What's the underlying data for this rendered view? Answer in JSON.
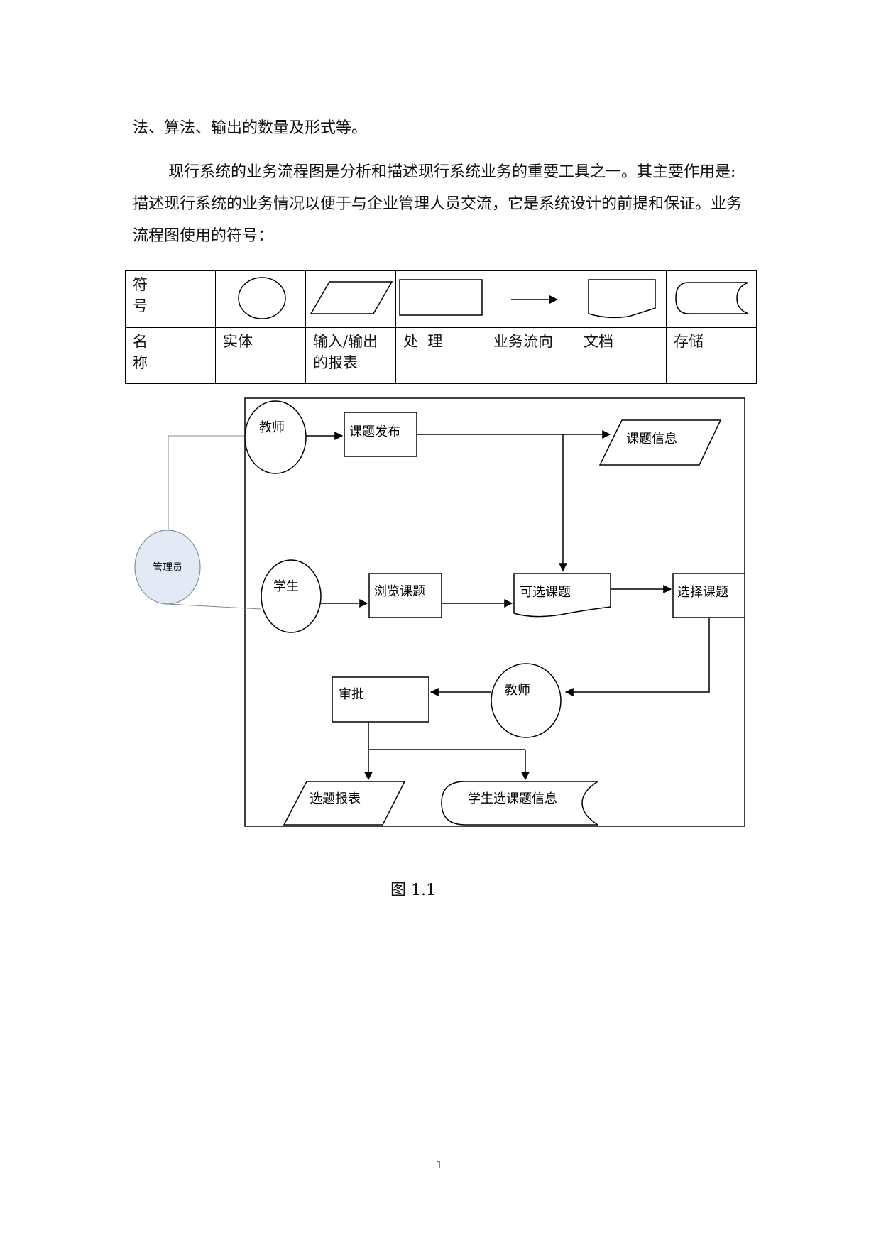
{
  "paragraphs": {
    "p1": "法、算法、输出的数量及形式等。",
    "p2": "现行系统的业务流程图是分析和描述现行系统业务的重要工具之一。其主要作用是: 描述现行系统的业务情况以便于与企业管理人员交流，它是系统设计的前提和保证。业务流程图使用的符号："
  },
  "symbol_table": {
    "row1_header": [
      "符",
      "号"
    ],
    "row2_header": [
      "名",
      "称"
    ],
    "symbols": [
      {
        "icon": "circle-icon",
        "name": "实体"
      },
      {
        "icon": "parallelogram-icon",
        "name": "输入/输出的报表"
      },
      {
        "icon": "rectangle-icon",
        "name": "处  理"
      },
      {
        "icon": "arrow-icon",
        "name": "业务流向"
      },
      {
        "icon": "document-icon",
        "name": "文档"
      },
      {
        "icon": "storage-icon",
        "name": "存储"
      }
    ]
  },
  "flowchart": {
    "admin": "管理员",
    "teacher_top": "教师",
    "publish": "课题发布",
    "topic_info": "课题信息",
    "student": "学生",
    "browse": "浏览课题",
    "selectable": "可选课题",
    "choose": "选择课题",
    "teacher_mid": "教师",
    "approve": "审批",
    "report": "选题报表",
    "student_info": "学生选课题信息"
  },
  "caption": "图 1.1",
  "page_number": "1",
  "colors": {
    "admin_fill": "#e3eaf5",
    "admin_stroke": "#7f8fa8"
  }
}
